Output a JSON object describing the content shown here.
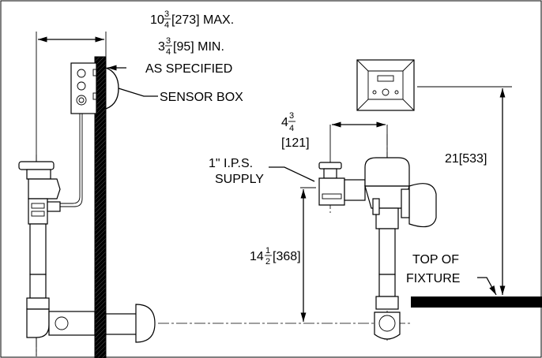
{
  "dimensions": {
    "max_offset": {
      "whole": "10",
      "num": "3",
      "den": "4",
      "metric": "[273] MAX."
    },
    "min_offset": {
      "whole": "3",
      "num": "3",
      "den": "4",
      "metric": "[95] MIN."
    },
    "as_specified": "AS SPECIFIED",
    "sensor_box": "SENSOR BOX",
    "horizontal_offset": {
      "whole": "4",
      "num": "3",
      "den": "4",
      "metric": "[121]"
    },
    "supply_line1": "1\" I.P.S.",
    "supply_line2": "SUPPLY",
    "sensor_height": "21[533]",
    "supply_height": {
      "whole": "14",
      "num": "1",
      "den": "2",
      "metric": "[368]"
    },
    "fixture_line1": "TOP OF",
    "fixture_line2": "FIXTURE"
  }
}
